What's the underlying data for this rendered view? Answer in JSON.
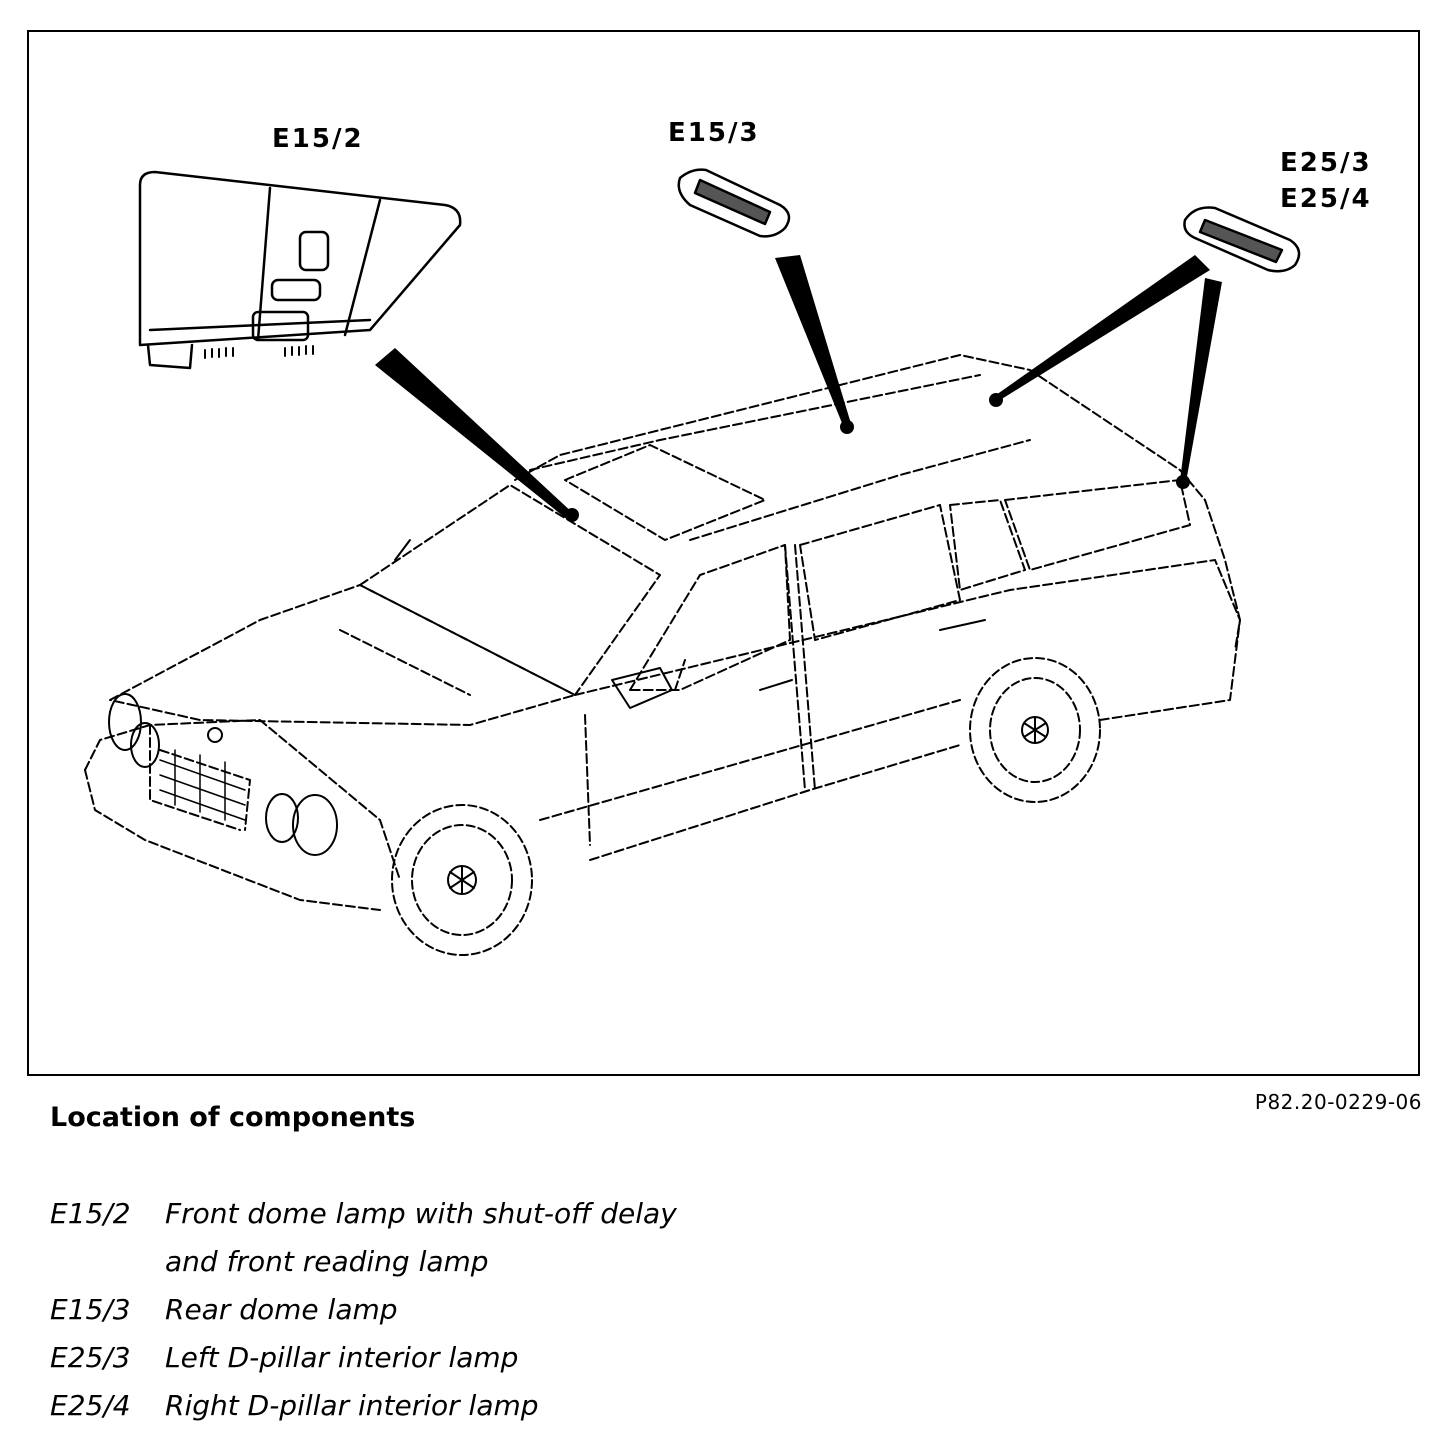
{
  "callouts": {
    "e15_2": "E15/2",
    "e15_3": "E15/3",
    "e25_3": "E25/3",
    "e25_4": "E25/4"
  },
  "reference_code": "P82.20-0229-06",
  "caption": "Location of components",
  "legend": [
    {
      "code": "E15/2",
      "text": "Front dome lamp with shut-off delay and front reading lamp"
    },
    {
      "code": "E15/3",
      "text": "Rear dome lamp"
    },
    {
      "code": "E25/3",
      "text": "Left D-pillar interior lamp"
    },
    {
      "code": "E25/4",
      "text": "Right D-pillar interior lamp"
    }
  ]
}
